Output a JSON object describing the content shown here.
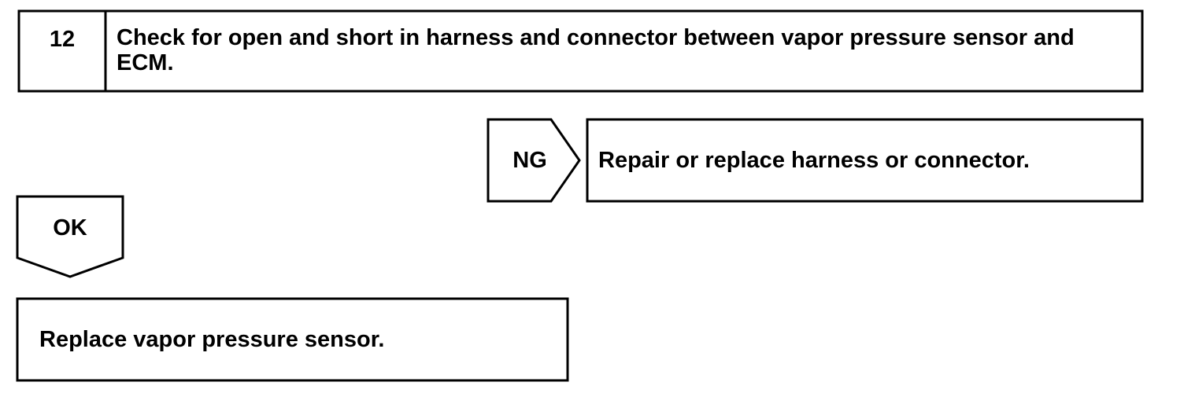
{
  "step": {
    "number": "12",
    "title": "Check for open and short in harness and connector between vapor pressure sensor and ECM."
  },
  "ng_branch": {
    "label": "NG",
    "action": "Repair or replace harness or connector."
  },
  "ok_branch": {
    "label": "OK",
    "action": "Replace vapor pressure sensor."
  }
}
